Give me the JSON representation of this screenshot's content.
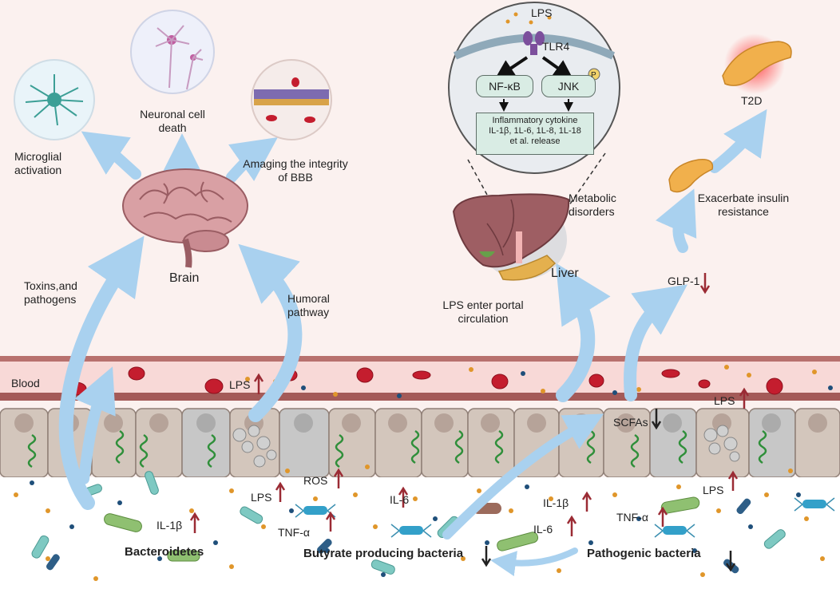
{
  "labels": {
    "lps_top": "LPS",
    "tlr4": "TLR4",
    "nfkb": "NF-κB",
    "jnk": "JNK",
    "p": "P",
    "cytokine": [
      "Inflammatory cytokine",
      "IL-1β, 1L-6, 1L-8, 1L-18",
      "et al. release"
    ],
    "t2d": "T2D",
    "neuronal": [
      "Neuronal cell",
      "death"
    ],
    "microglial": [
      "Microglial",
      "activation"
    ],
    "bbb": [
      "Amaging the integrity",
      "of BBB"
    ],
    "metabolic": [
      "Metabolic",
      "disorders"
    ],
    "insulin": [
      "Exacerbate insulin",
      "resistance"
    ],
    "brain": "Brain",
    "liver": "Liver",
    "toxins": [
      "Toxins,and",
      "pathogens"
    ],
    "humoral": [
      "Humoral",
      "pathway"
    ],
    "portal": [
      "LPS enter portal",
      "circulation"
    ],
    "glp1": "GLP-1",
    "blood": "Blood",
    "lps_blood": "LPS",
    "lps_right": "LPS",
    "scfas": "SCFAs",
    "lps_lumen1": "LPS",
    "ros": "ROS",
    "il6_a": "IL-6",
    "il1b_a": "IL-1β",
    "il1b_b": "IL-1β",
    "il6_b": "IL-6",
    "tnf_a": "TNF-α",
    "tnf_b": "TNF-α",
    "lps_lumen2": "LPS",
    "bacteroidetes": "Bacteroidetes",
    "butyrate": "Butyrate producing bacteria",
    "pathogenic": "Pathogenic bacteria"
  },
  "colors": {
    "background": "#fbf1ef",
    "arrow_blue": "#a9d1ef",
    "blood_band": "#f8d9d7",
    "vessel_edge": "#a45a58",
    "cell_tan": "#cfc3b9",
    "cell_grey": "#c8c8c8",
    "up_arrow": "#9b2b34",
    "down_arrow": "#222222",
    "box_fill": "#d9ece4"
  },
  "icons": [
    "up-arrow-icon",
    "down-arrow-icon",
    "brain-icon",
    "liver-icon",
    "pancreas-icon",
    "neuron-icon",
    "microglia-icon",
    "bacteria-icon",
    "red-blood-cell-icon",
    "tlr4-receptor-icon"
  ]
}
